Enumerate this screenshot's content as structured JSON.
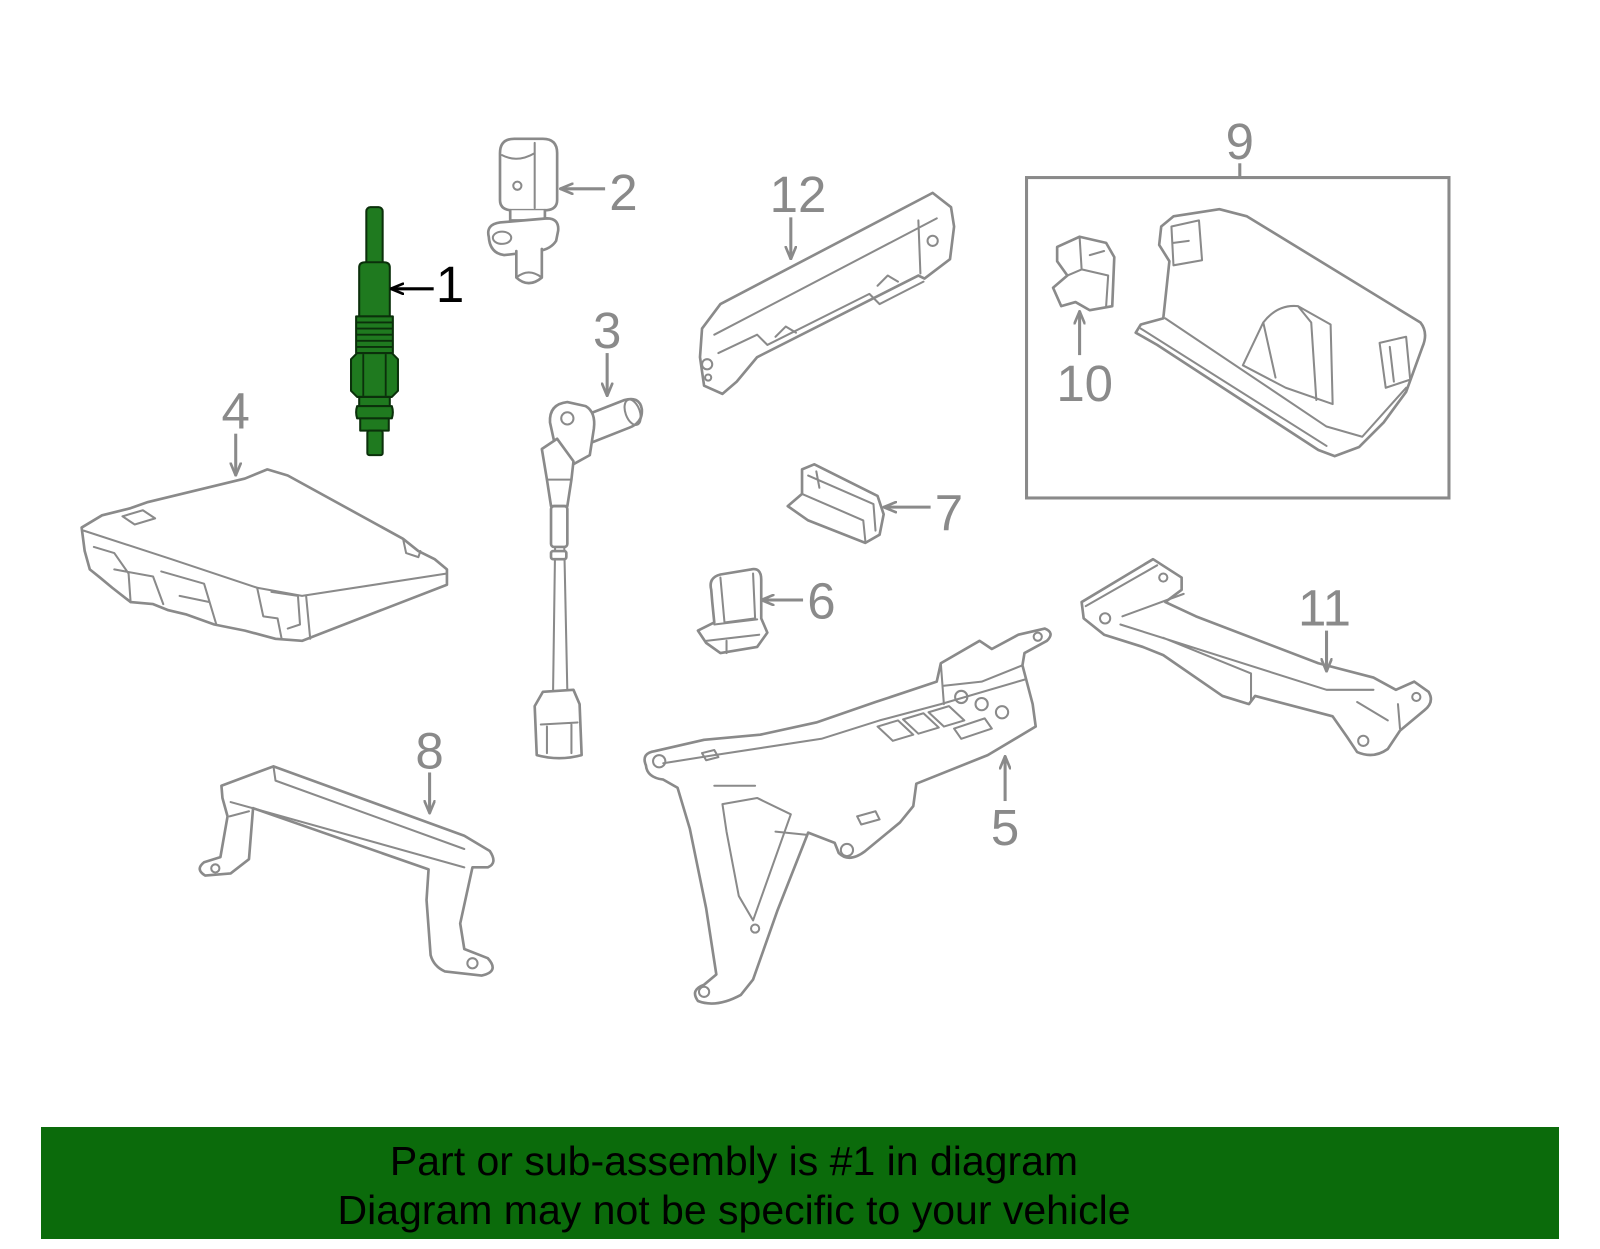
{
  "diagram": {
    "callouts": [
      {
        "label": "1",
        "highlighted": true
      },
      {
        "label": "2",
        "highlighted": false
      },
      {
        "label": "3",
        "highlighted": false
      },
      {
        "label": "4",
        "highlighted": false
      },
      {
        "label": "5",
        "highlighted": false
      },
      {
        "label": "6",
        "highlighted": false
      },
      {
        "label": "7",
        "highlighted": false
      },
      {
        "label": "8",
        "highlighted": false
      },
      {
        "label": "9",
        "highlighted": false
      },
      {
        "label": "10",
        "highlighted": false
      },
      {
        "label": "11",
        "highlighted": false
      },
      {
        "label": "12",
        "highlighted": false
      }
    ]
  },
  "banner": {
    "line1": "Part or sub-assembly is #1 in diagram",
    "line2": "Diagram may not be specific to your vehicle"
  },
  "colors": {
    "banner": "#0b6b0b",
    "highlight_fill": "#1f7a1f",
    "highlight_outline": "#0b300b",
    "line_art": "#8a8a8a",
    "callout_text": "#8a8a8a",
    "active_callout": "#000000"
  }
}
